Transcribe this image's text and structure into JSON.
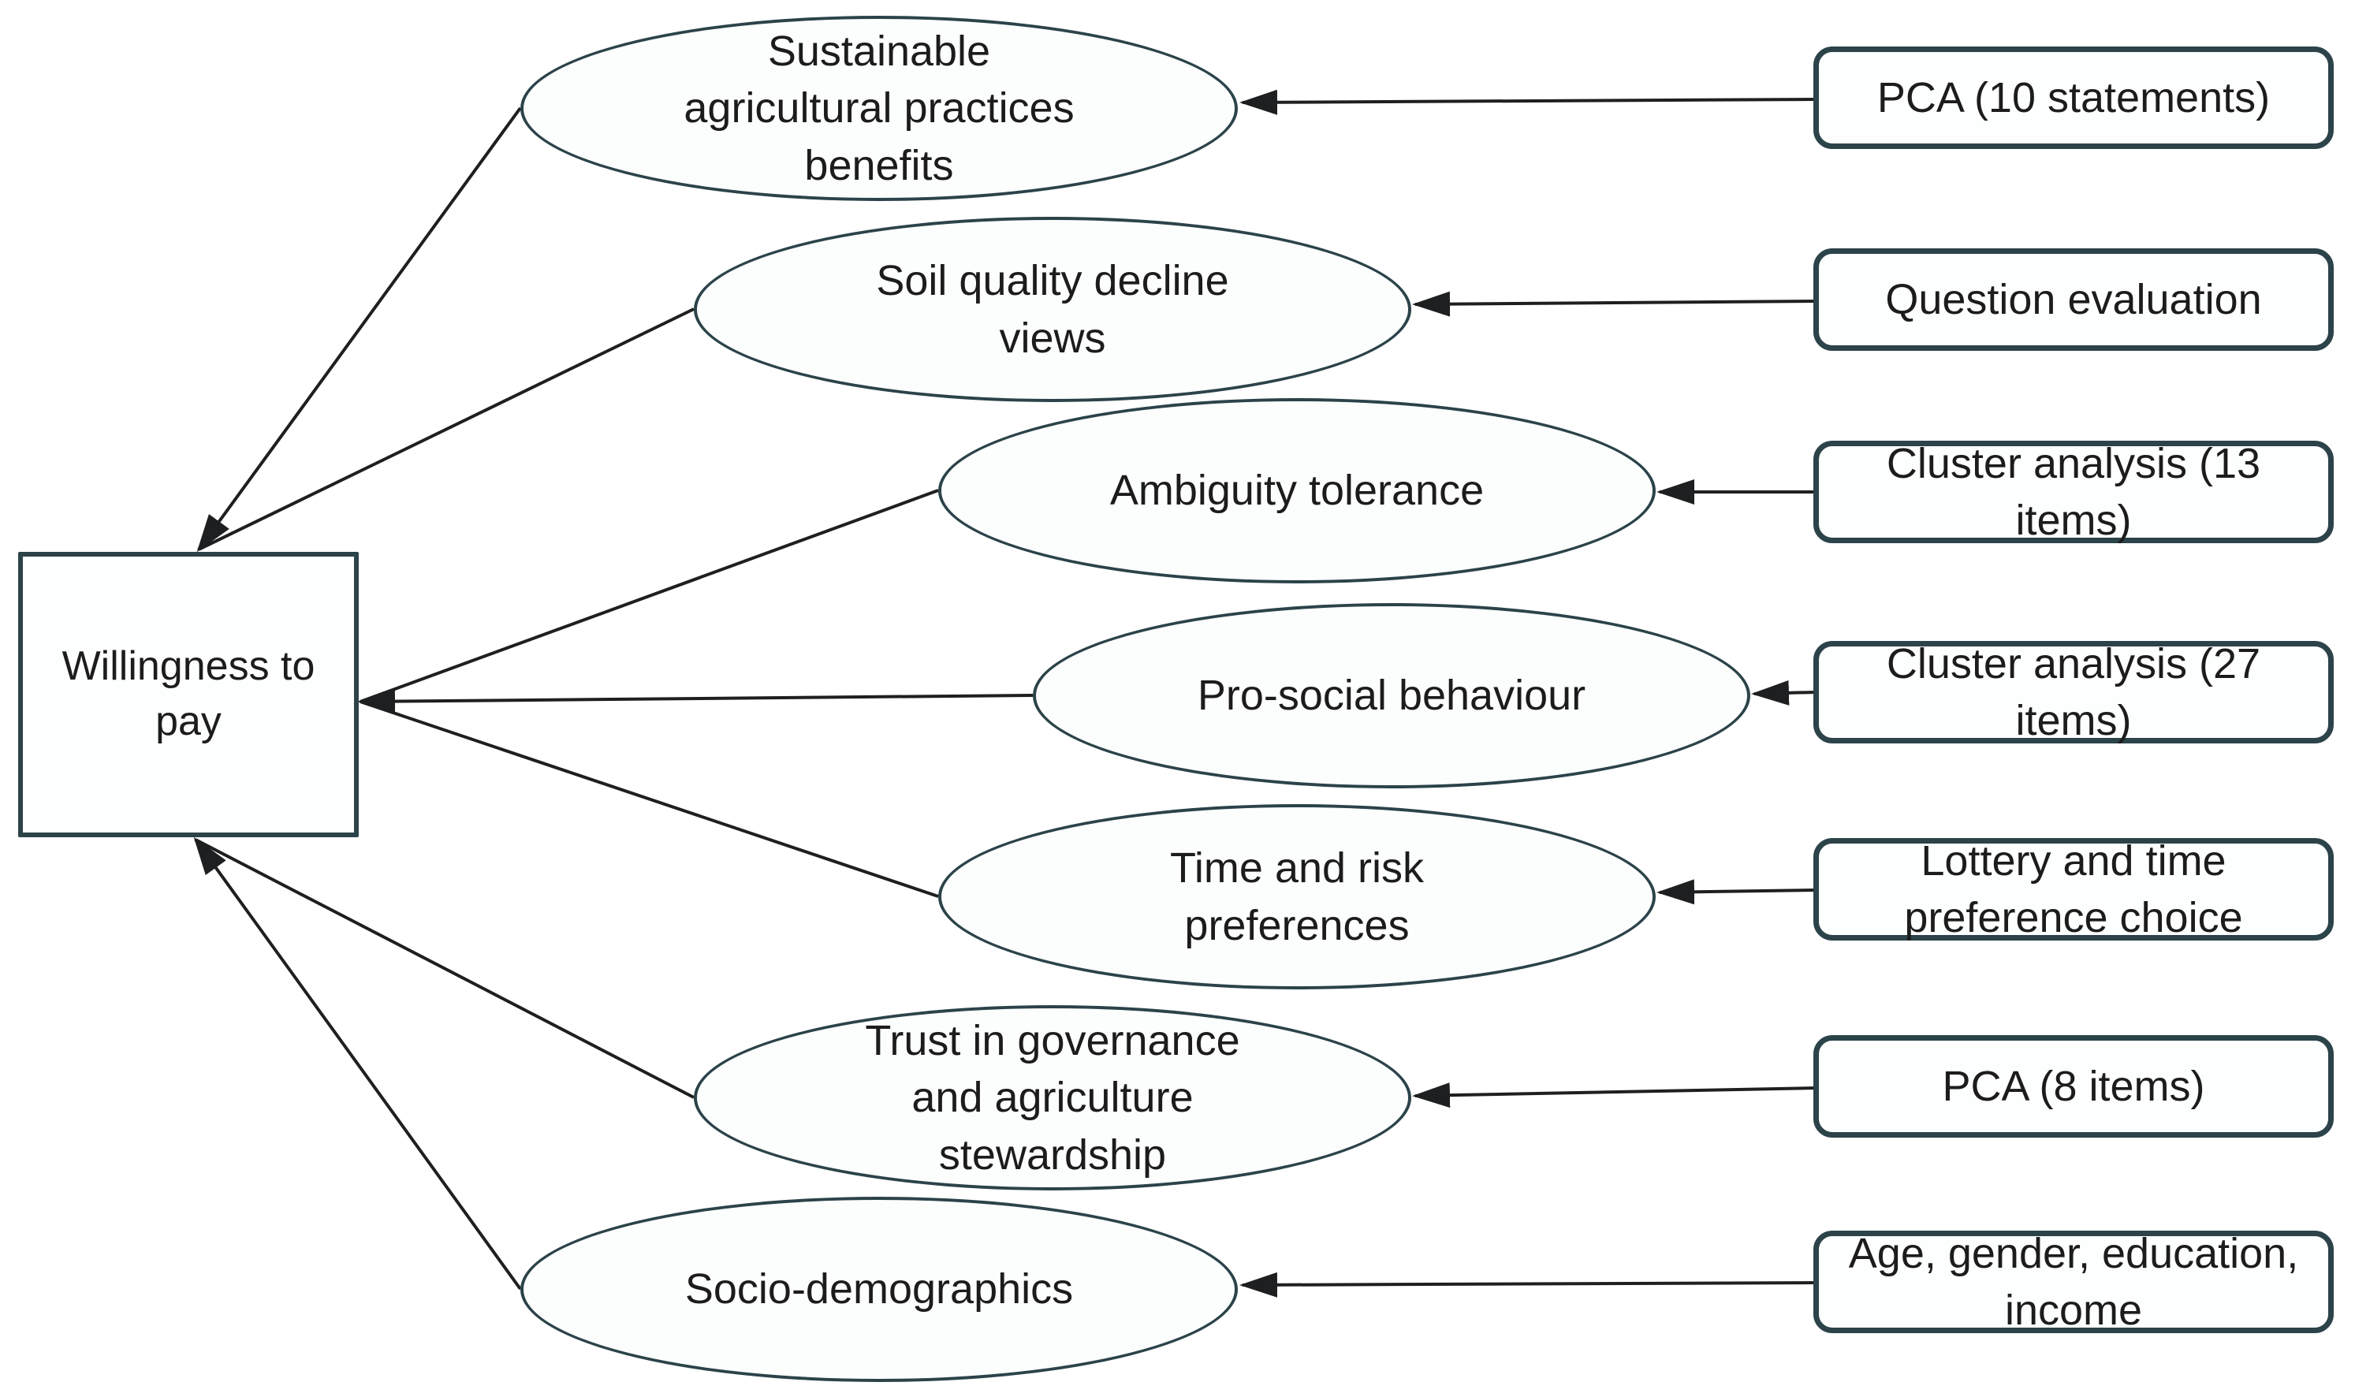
{
  "outcome": {
    "label": "Willingness to\npay"
  },
  "factors": [
    {
      "construct": "Sustainable\nagricultural practices\nbenefits",
      "measurement": "PCA (10 statements)"
    },
    {
      "construct": "Soil quality decline\nviews",
      "measurement": "Question evaluation"
    },
    {
      "construct": "Ambiguity tolerance",
      "measurement": "Cluster analysis (13\nitems)"
    },
    {
      "construct": "Pro-social behaviour",
      "measurement": "Cluster analysis (27\nitems)"
    },
    {
      "construct": "Time and risk\npreferences",
      "measurement": "Lottery and time\npreference choice"
    },
    {
      "construct": "Trust in governance\nand agriculture\nstewardship",
      "measurement": "PCA (8 items)"
    },
    {
      "construct": "Socio-demographics",
      "measurement": "Age, gender, education,\nincome"
    }
  ],
  "colors": {
    "shape_border": "#2b4349",
    "arrow": "#1d1f20",
    "text": "#1c1c1c",
    "ellipse_fill": "#fcfdfd",
    "box_fill": "#fdfefe",
    "bg": "#ffffff"
  }
}
